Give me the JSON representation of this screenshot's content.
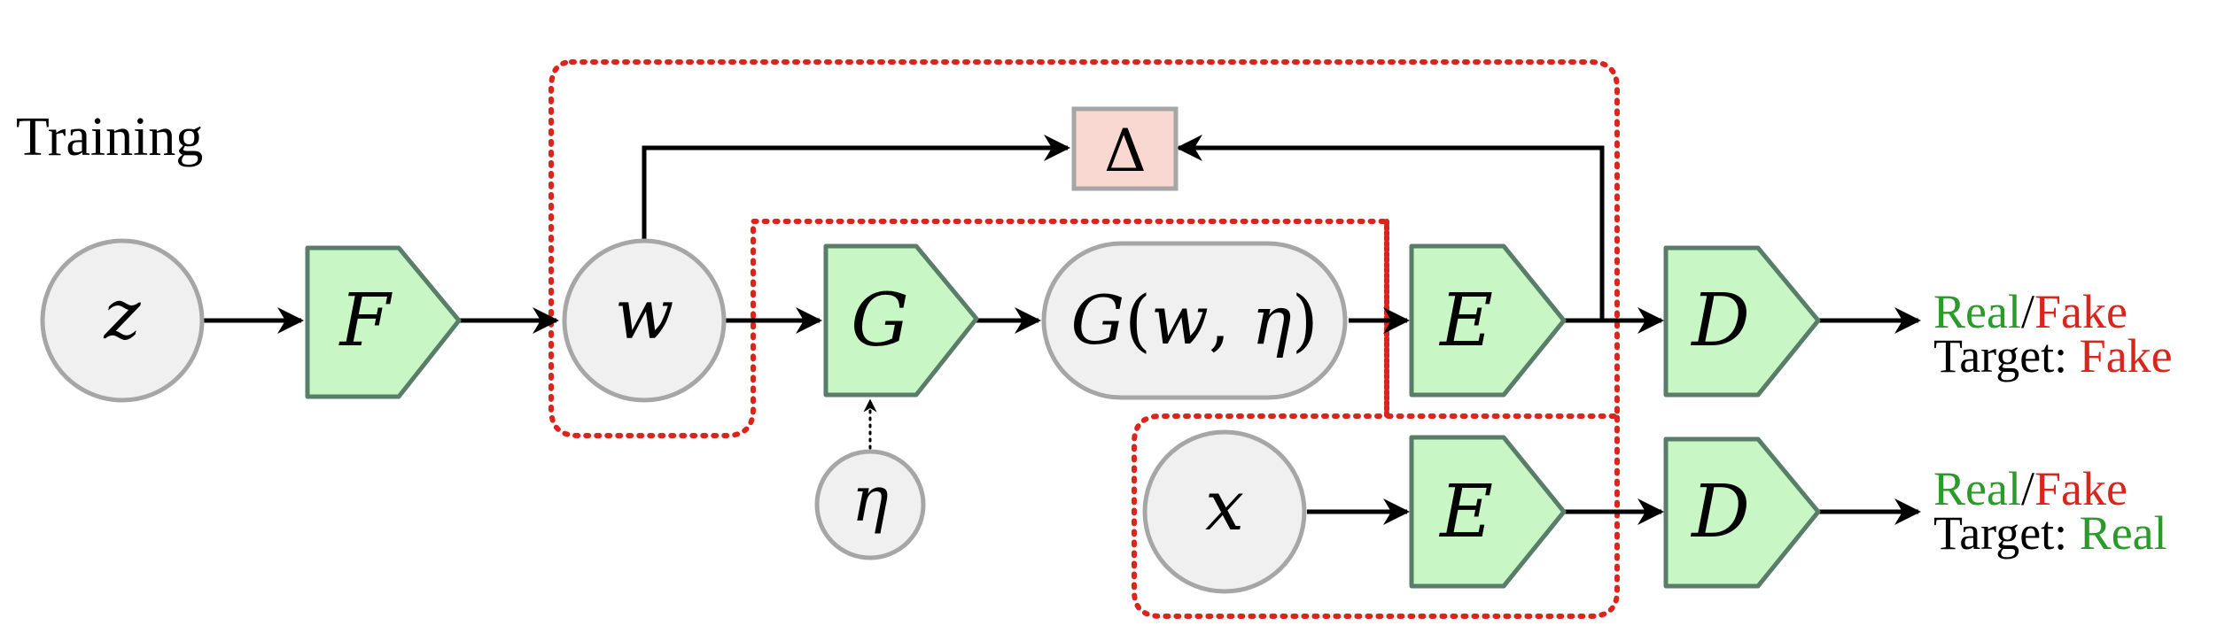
{
  "caption": "Training",
  "nodes": {
    "z": "z",
    "F": "F",
    "w": "w",
    "G": "G",
    "eta": "η",
    "gen": {
      "g": "G",
      "open": "(",
      "w": "w",
      "comma": ", ",
      "eta": "η",
      "close": ")"
    },
    "E1": "E",
    "D1": "D",
    "delta": "Δ",
    "x": "x",
    "E2": "E",
    "D2": "D"
  },
  "outputs": {
    "top": {
      "real": "Real",
      "slash": "/",
      "fake": "Fake",
      "target_label": "Target: ",
      "target_value": "Fake"
    },
    "bottom": {
      "real": "Real",
      "slash": "/",
      "fake": "Fake",
      "target_label": "Target: ",
      "target_value": "Real"
    }
  },
  "colors": {
    "node_fill": "#f0f0f0",
    "block_fill": "#c8f7c5",
    "delta_fill": "#f8d8d0",
    "group_outline": "#d9261c",
    "real": "#2a9a2a",
    "fake": "#d9261c"
  }
}
